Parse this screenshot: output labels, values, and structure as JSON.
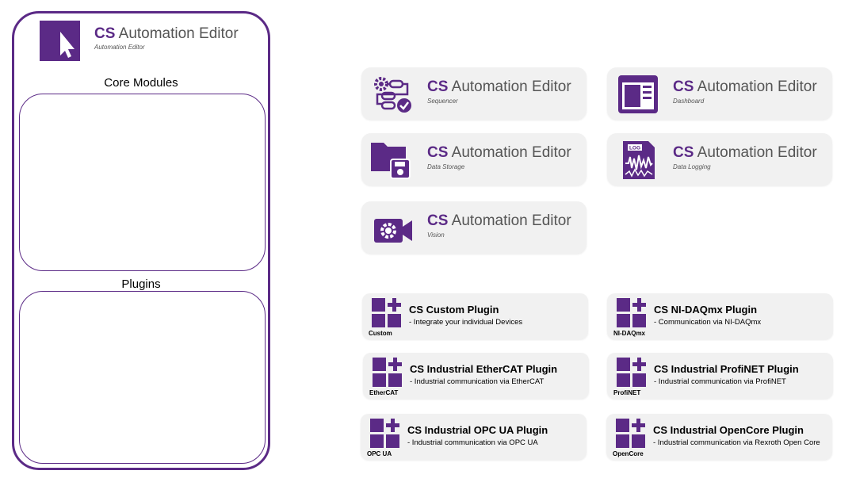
{
  "header": {
    "brand": "CS",
    "product": "Automation Editor",
    "subtitle": "Automation Editor"
  },
  "sidebar": {
    "core_label": "Core Modules",
    "plugins_label": "Plugins"
  },
  "modules": [
    {
      "brand": "CS",
      "product": "Automation Editor",
      "subtitle": "Sequencer",
      "icon": "sequencer-icon"
    },
    {
      "brand": "CS",
      "product": "Automation Editor",
      "subtitle": "Dashboard",
      "icon": "dashboard-icon"
    },
    {
      "brand": "CS",
      "product": "Automation Editor",
      "subtitle": "Data Storage",
      "icon": "data-storage-icon"
    },
    {
      "brand": "CS",
      "product": "Automation Editor",
      "subtitle": "Data Logging",
      "icon": "data-logging-icon",
      "icon_text": "LOG"
    },
    {
      "brand": "CS",
      "product": "Automation Editor",
      "subtitle": "Vision",
      "icon": "vision-camera-icon"
    }
  ],
  "plugins": [
    {
      "name": "CS Custom Plugin",
      "desc": "- Integrate your individual Devices",
      "tag": "Custom"
    },
    {
      "name": "CS NI-DAQmx Plugin",
      "desc": "- Communication via NI-DAQmx",
      "tag": "NI-DAQmx"
    },
    {
      "name": "CS Industrial EtherCAT Plugin",
      "desc": "- Industrial communication via EtherCAT",
      "tag": "EtherCAT"
    },
    {
      "name": "CS Industrial ProfiNET Plugin",
      "desc": "- Industrial communication via ProfiNET",
      "tag": "ProfiNET"
    },
    {
      "name": "CS Industrial OPC UA Plugin",
      "desc": "- Industrial communication via OPC UA",
      "tag": "OPC UA"
    },
    {
      "name": "CS Industrial OpenCore Plugin",
      "desc": "- Industrial communication via Rexroth Open Core",
      "tag": "OpenCore"
    }
  ],
  "colors": {
    "accent": "#5b2a86",
    "card_bg": "#f1f1f1"
  }
}
